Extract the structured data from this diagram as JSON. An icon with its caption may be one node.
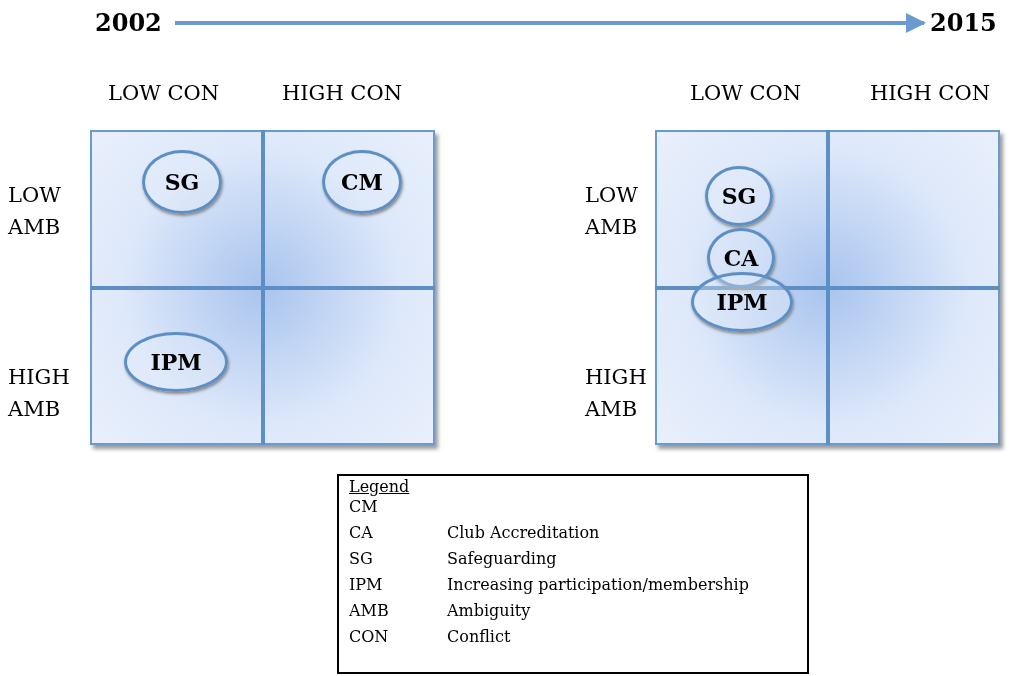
{
  "diagram": {
    "nodes": [
      {
        "text": [
          "2002"
        ]
      },
      {
        "text": [
          "2015"
        ]
      },
      {
        "text": [],
        "shape": "box"
      },
      {
        "text": [
          "SG"
        ],
        "in": 2
      },
      {
        "text": [
          "CM"
        ],
        "in": 2
      },
      {
        "text": [
          "IPM"
        ],
        "in": 2
      },
      {
        "text": [],
        "shape": "box"
      },
      {
        "text": [
          "SG"
        ],
        "in": 6
      },
      {
        "text": [
          "CA"
        ],
        "in": 6
      },
      {
        "text": [
          "IPM"
        ],
        "in": 6
      }
    ],
    "edges": [
      {
        "from": 0,
        "to": 1,
        "arrow": "to"
      }
    ],
    "labels": [
      "LOW CON",
      "HIGH CON",
      "LOW CON",
      "HIGH CON",
      "LOW AMB",
      "LOW AMB",
      "HIGH AMB",
      "HIGH AMB",
      "Legend",
      "CM",
      "CA",
      "Club Accreditation",
      "SG",
      "Safeguarding",
      "IPM",
      "Increasing participation/membership",
      "AMB",
      "Ambiguity",
      "CON",
      "Conflict"
    ]
  }
}
